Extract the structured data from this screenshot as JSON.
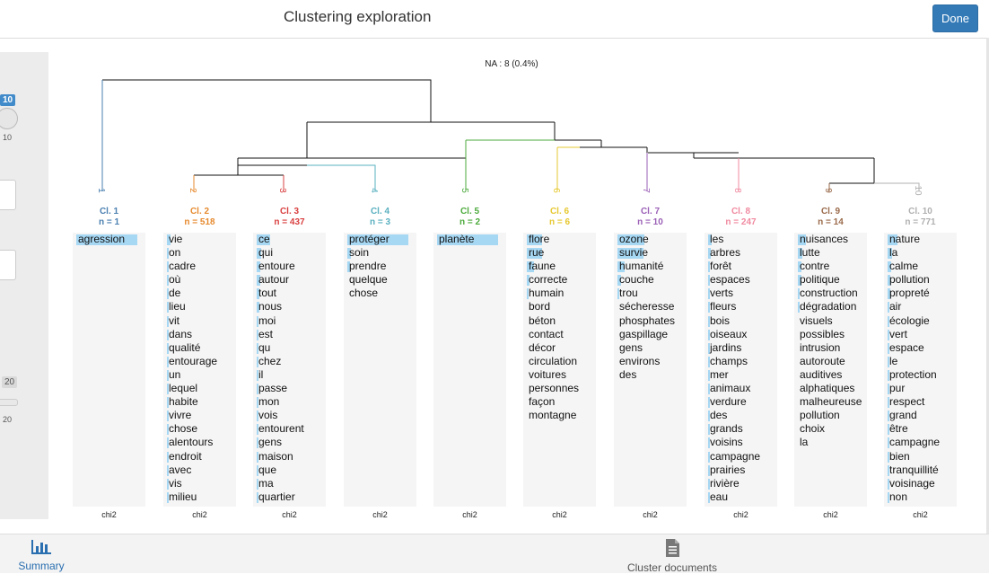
{
  "header": {
    "title": "Clustering exploration",
    "done_label": "Done"
  },
  "left_panel": {
    "top_badge": "10",
    "top_tick": "10",
    "bottom_badge": "20",
    "bottom_tick": "20"
  },
  "na_label": "NA : 8 (0.4%)",
  "metric_label": "chi2",
  "clusters": [
    {
      "num": "1",
      "label": "Cl. 1",
      "n": "n = 1",
      "color": "#4a7fb0",
      "words": [
        "agression"
      ],
      "bars": [
        0.9
      ]
    },
    {
      "num": "2",
      "label": "Cl. 2",
      "n": "n = 518",
      "color": "#e68a2e",
      "words": [
        "vie",
        "on",
        "cadre",
        "où",
        "de",
        "lieu",
        "vit",
        "dans",
        "qualité",
        "entourage",
        "un",
        "lequel",
        "habite",
        "vivre",
        "chose",
        "alentours",
        "endroit",
        "avec",
        "vis",
        "milieu"
      ],
      "bars": [
        0.05,
        0.03,
        0.03,
        0.02,
        0.02,
        0.02,
        0.02,
        0.02,
        0.02,
        0.02,
        0.02,
        0.02,
        0.02,
        0.02,
        0.02,
        0.02,
        0.02,
        0.02,
        0.02,
        0.02
      ]
    },
    {
      "num": "3",
      "label": "Cl. 3",
      "n": "n = 437",
      "color": "#d94040",
      "words": [
        "ce",
        "qui",
        "entoure",
        "autour",
        "tout",
        "nous",
        "moi",
        "est",
        "qu",
        "chez",
        "il",
        "passe",
        "mon",
        "vois",
        "entourent",
        "gens",
        "maison",
        "que",
        "ma",
        "quartier"
      ],
      "bars": [
        0.2,
        0.07,
        0.05,
        0.05,
        0.04,
        0.04,
        0.03,
        0.03,
        0.02,
        0.02,
        0.02,
        0.02,
        0.02,
        0.02,
        0.02,
        0.02,
        0.02,
        0.02,
        0.02,
        0.02
      ]
    },
    {
      "num": "4",
      "label": "Cl. 4",
      "n": "n = 3",
      "color": "#5ab0c0",
      "words": [
        "protéger",
        "soin",
        "prendre",
        "quelque",
        "chose"
      ],
      "bars": [
        0.9,
        0.05,
        0.04,
        0.0,
        0.0
      ]
    },
    {
      "num": "5",
      "label": "Cl. 5",
      "n": "n = 2",
      "color": "#4caa3c",
      "words": [
        "planète"
      ],
      "bars": [
        0.9
      ]
    },
    {
      "num": "6",
      "label": "Cl. 6",
      "n": "n = 6",
      "color": "#e6c830",
      "words": [
        "flore",
        "rue",
        "faune",
        "correcte",
        "humain",
        "bord",
        "béton",
        "contact",
        "décor",
        "circulation",
        "voitures",
        "personnes",
        "façon",
        "montagne"
      ],
      "bars": [
        0.22,
        0.22,
        0.1,
        0.04,
        0.03,
        0.0,
        0.0,
        0.0,
        0.0,
        0.0,
        0.0,
        0.0,
        0.0,
        0.0
      ]
    },
    {
      "num": "7",
      "label": "Cl. 7",
      "n": "n = 10",
      "color": "#9a5fb6",
      "words": [
        "ozone",
        "survie",
        "humanité",
        "couche",
        "trou",
        "sécheresse",
        "phosphates",
        "gaspillage",
        "gens",
        "environs",
        "des"
      ],
      "bars": [
        0.4,
        0.38,
        0.1,
        0.05,
        0.02,
        0.0,
        0.0,
        0.0,
        0.0,
        0.0,
        0.0
      ]
    },
    {
      "num": "8",
      "label": "Cl. 8",
      "n": "n = 247",
      "color": "#f08aa0",
      "words": [
        "les",
        "arbres",
        "forêt",
        "espaces",
        "verts",
        "fleurs",
        "bois",
        "oiseaux",
        "jardins",
        "champs",
        "mer",
        "animaux",
        "verdure",
        "des",
        "grands",
        "voisins",
        "campagne",
        "prairies",
        "rivière",
        "eau"
      ],
      "bars": [
        0.05,
        0.04,
        0.03,
        0.03,
        0.03,
        0.02,
        0.02,
        0.02,
        0.02,
        0.02,
        0.02,
        0.02,
        0.02,
        0.02,
        0.02,
        0.02,
        0.02,
        0.02,
        0.02,
        0.02
      ]
    },
    {
      "num": "9",
      "label": "Cl. 9",
      "n": "n = 14",
      "color": "#9a6a4a",
      "words": [
        "nuisances",
        "lutte",
        "contre",
        "politique",
        "construction",
        "dégradation",
        "visuels",
        "possibles",
        "intrusion",
        "autoroute",
        "auditives",
        "alphatiques",
        "malheureuse",
        "pollution",
        "choix",
        "la"
      ],
      "bars": [
        0.12,
        0.06,
        0.05,
        0.05,
        0.03,
        0.02,
        0.0,
        0.0,
        0.0,
        0.0,
        0.0,
        0.0,
        0.0,
        0.0,
        0.0,
        0.0
      ]
    },
    {
      "num": "10",
      "label": "Cl. 10",
      "n": "n = 771",
      "color": "#b0b0b0",
      "words": [
        "nature",
        "la",
        "calme",
        "pollution",
        "propreté",
        "air",
        "écologie",
        "vert",
        "espace",
        "le",
        "protection",
        "pur",
        "respect",
        "grand",
        "être",
        "campagne",
        "bien",
        "tranquillité",
        "voisinage",
        "non"
      ],
      "bars": [
        0.15,
        0.06,
        0.05,
        0.04,
        0.04,
        0.03,
        0.03,
        0.02,
        0.02,
        0.02,
        0.02,
        0.02,
        0.02,
        0.02,
        0.02,
        0.02,
        0.02,
        0.02,
        0.02,
        0.02
      ]
    }
  ],
  "footer": {
    "summary_label": "Summary",
    "cluster_docs_label": "Cluster documents"
  }
}
